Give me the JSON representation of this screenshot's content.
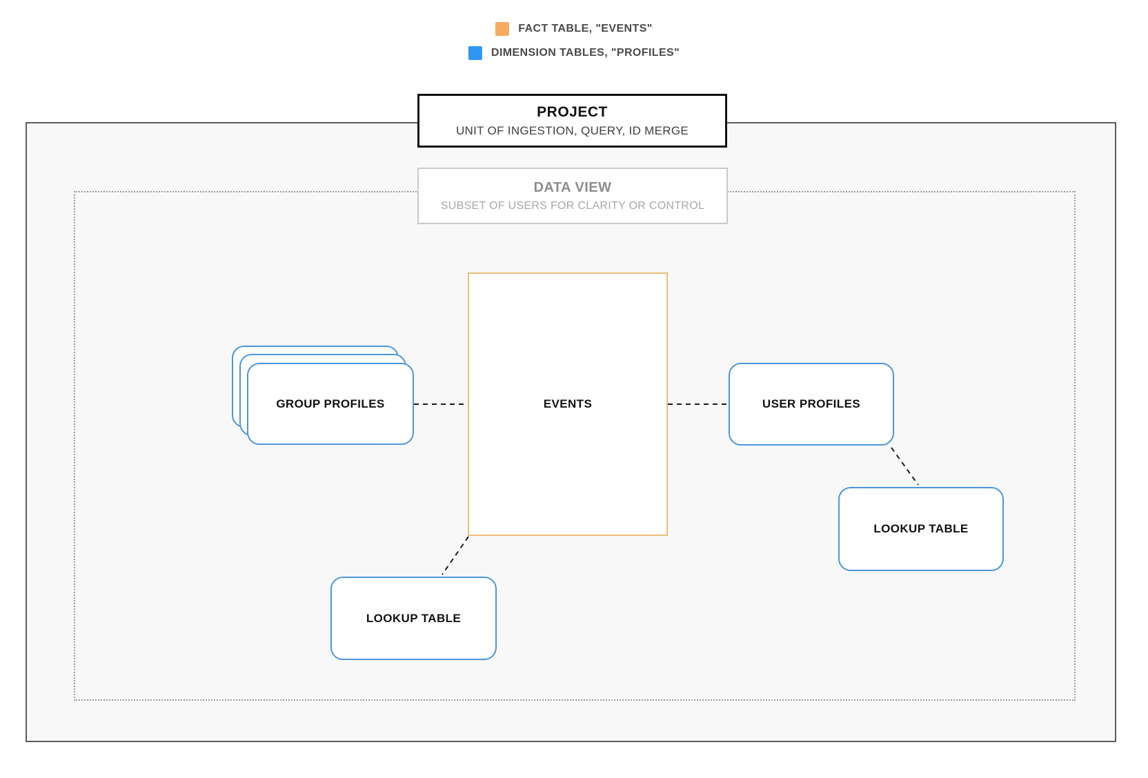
{
  "legend": {
    "items": [
      {
        "label": "FACT TABLE, \"EVENTS\"",
        "color": "#F6AC60"
      },
      {
        "label": "DIMENSION TABLES, \"PROFILES\"",
        "color": "#2F96F3"
      }
    ]
  },
  "project_box": {
    "title": "PROJECT",
    "subtitle": "UNIT OF INGESTION, QUERY, ID MERGE"
  },
  "data_view_box": {
    "title": "DATA VIEW",
    "subtitle": "SUBSET OF USERS FOR CLARITY OR CONTROL"
  },
  "nodes": {
    "events": {
      "label": "EVENTS"
    },
    "group_profiles": {
      "label": "GROUP PROFILES"
    },
    "user_profiles": {
      "label": "USER PROFILES"
    },
    "lookup_table_bottom": {
      "label": "LOOKUP TABLE"
    },
    "lookup_table_right": {
      "label": "LOOKUP TABLE"
    }
  },
  "edges": [
    {
      "from": "group_profiles",
      "to": "events",
      "style": "dashed"
    },
    {
      "from": "events",
      "to": "user_profiles",
      "style": "dashed"
    },
    {
      "from": "user_profiles",
      "to": "lookup_table_right",
      "style": "dashed"
    },
    {
      "from": "events",
      "to": "lookup_table_bottom",
      "style": "dashed"
    }
  ],
  "colors": {
    "fact_swatch": "#F6AC60",
    "fact_border": "#EABD80",
    "dimension_swatch": "#2F96F3",
    "dimension_border": "#4B96DA",
    "project_background": "#F8F8F8"
  }
}
